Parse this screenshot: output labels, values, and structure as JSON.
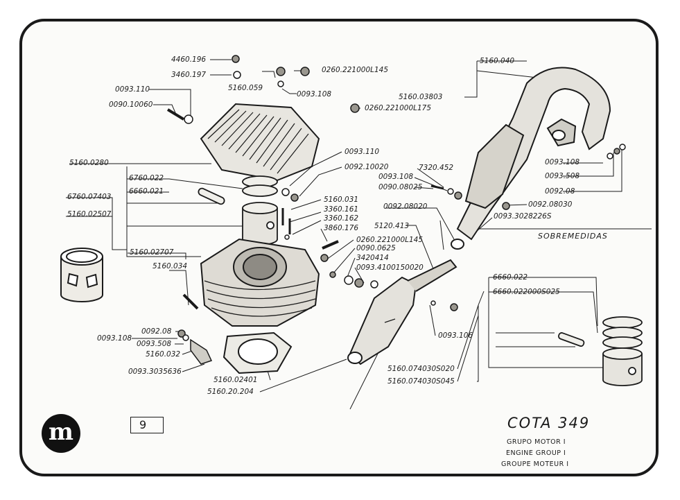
{
  "title": "COTA  349",
  "subtitles": [
    "GRUPO MOTOR I",
    "ENGINE GROUP I",
    "GROUPE MOTEUR I"
  ],
  "page_number": "9",
  "logo_letter": "m",
  "oversize_heading": "SOBREMEDIDAS",
  "labels": [
    "4460.196",
    "3460.197",
    "5160.059",
    "0260.221000L145",
    "0093.108",
    "0093.110",
    "0090.10060",
    "0260.221000L175",
    "5160.040",
    "5160.03803",
    "5160.0280",
    "0093.110",
    "0092.10020",
    "6760.022",
    "6660.021",
    "6760.07403",
    "5160.031",
    "3360.161",
    "3360.162",
    "5160.02507",
    "3860.176",
    "7320.452",
    "0093.108",
    "0090.08025",
    "0093.108",
    "0093.508",
    "0092.08",
    "0092.08020",
    "0092.08030",
    "0093.3028226S",
    "5120.413",
    "0260.221000L145",
    "0090.0625",
    "3420414",
    "0093.4100150020",
    "5160.02707",
    "5160.034",
    "6660.022",
    "6660.022000S025",
    "0092.08",
    "0093.108",
    "0093.508",
    "5160.032",
    "0093.3035636",
    "5160.02401",
    "5160.20.204",
    "0093.106",
    "5160.074030S020",
    "5160.074030S045"
  ]
}
